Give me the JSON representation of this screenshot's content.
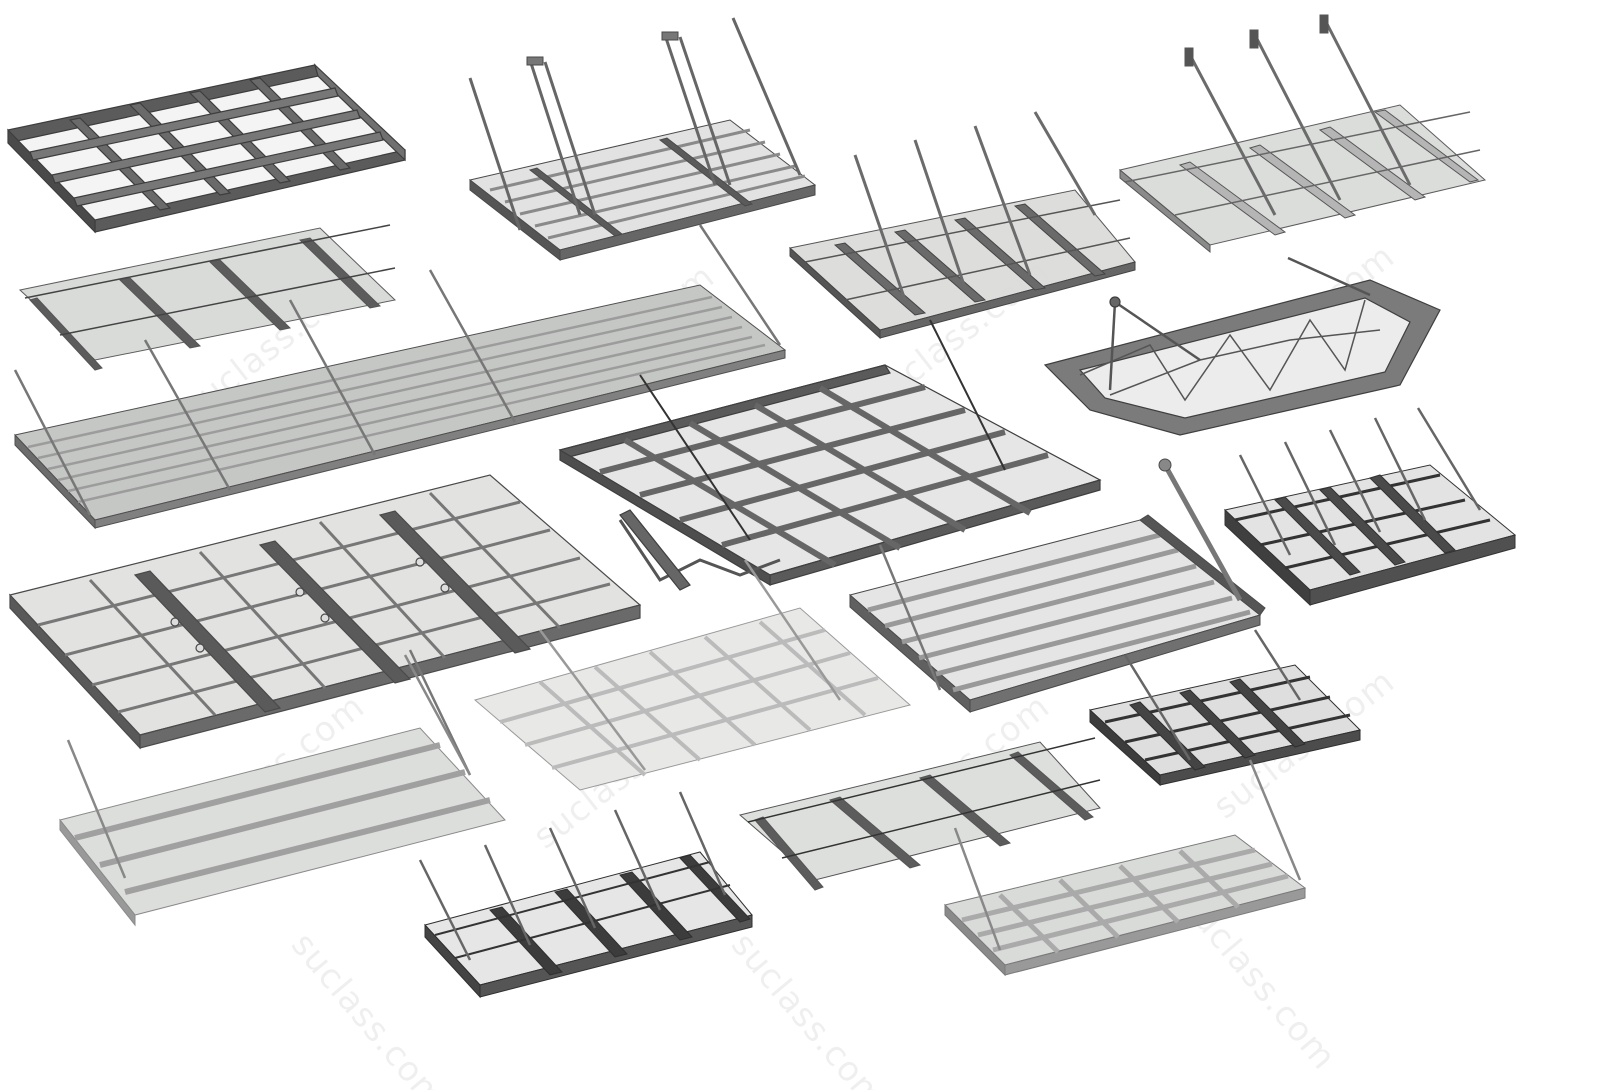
{
  "watermark": {
    "text": "suclass.com"
  },
  "palette": {
    "frame": "#6f6f6f",
    "frame_dark": "#4a4a4a",
    "frame_light": "#a9aba7",
    "glass": "#d6d8d6",
    "glass_edge": "#9c9e9b",
    "rod": "#7d7d7d",
    "bracket": "#8a8a8a"
  },
  "canopies": [
    {
      "id": "heavy-grid-frame"
    },
    {
      "id": "slatted-canopy-with-tie-rods"
    },
    {
      "id": "glass-canopy-tie-rods-center"
    },
    {
      "id": "glass-canopy-three-brackets-top-right"
    },
    {
      "id": "glass-canopy-four-brackets-left"
    },
    {
      "id": "long-slatted-canopy"
    },
    {
      "id": "grid-frame-with-truss"
    },
    {
      "id": "hexagon-web-canopy"
    },
    {
      "id": "glass-canopy-dark-frame-right"
    },
    {
      "id": "perforated-beam-grid-canopy"
    },
    {
      "id": "pale-glass-grid-canopy"
    },
    {
      "id": "louvered-canopy-with-strut"
    },
    {
      "id": "small-dark-frame-canopy"
    },
    {
      "id": "light-glass-three-bar-canopy"
    },
    {
      "id": "cantilever-bracket-canopy"
    },
    {
      "id": "glass-canopy-three-fins"
    },
    {
      "id": "pale-grid-panel-canopy"
    }
  ]
}
